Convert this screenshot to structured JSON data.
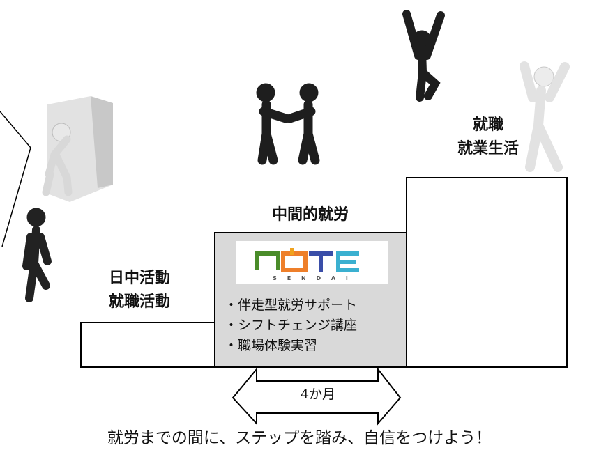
{
  "steps": {
    "low": {
      "label_line1": "日中活動",
      "label_line2": "就職活動"
    },
    "mid": {
      "label": "中間的就労",
      "bullets": [
        "・伴走型就労サポート",
        "・シフトチェンジ講座",
        "・職場体験実習"
      ]
    },
    "high": {
      "label_line1": "就職",
      "label_line2": "就業生活"
    }
  },
  "logo": {
    "name": "NOTE",
    "sub": "SENDAI",
    "colors": [
      "#4a8c2a",
      "#f0a21e",
      "#ee7f2a",
      "#3a4ea8",
      "#7a3e96",
      "#3bb0d0"
    ]
  },
  "duration": "4か月",
  "caption": "就労までの間に、ステップを踏み、自信をつけよう！"
}
